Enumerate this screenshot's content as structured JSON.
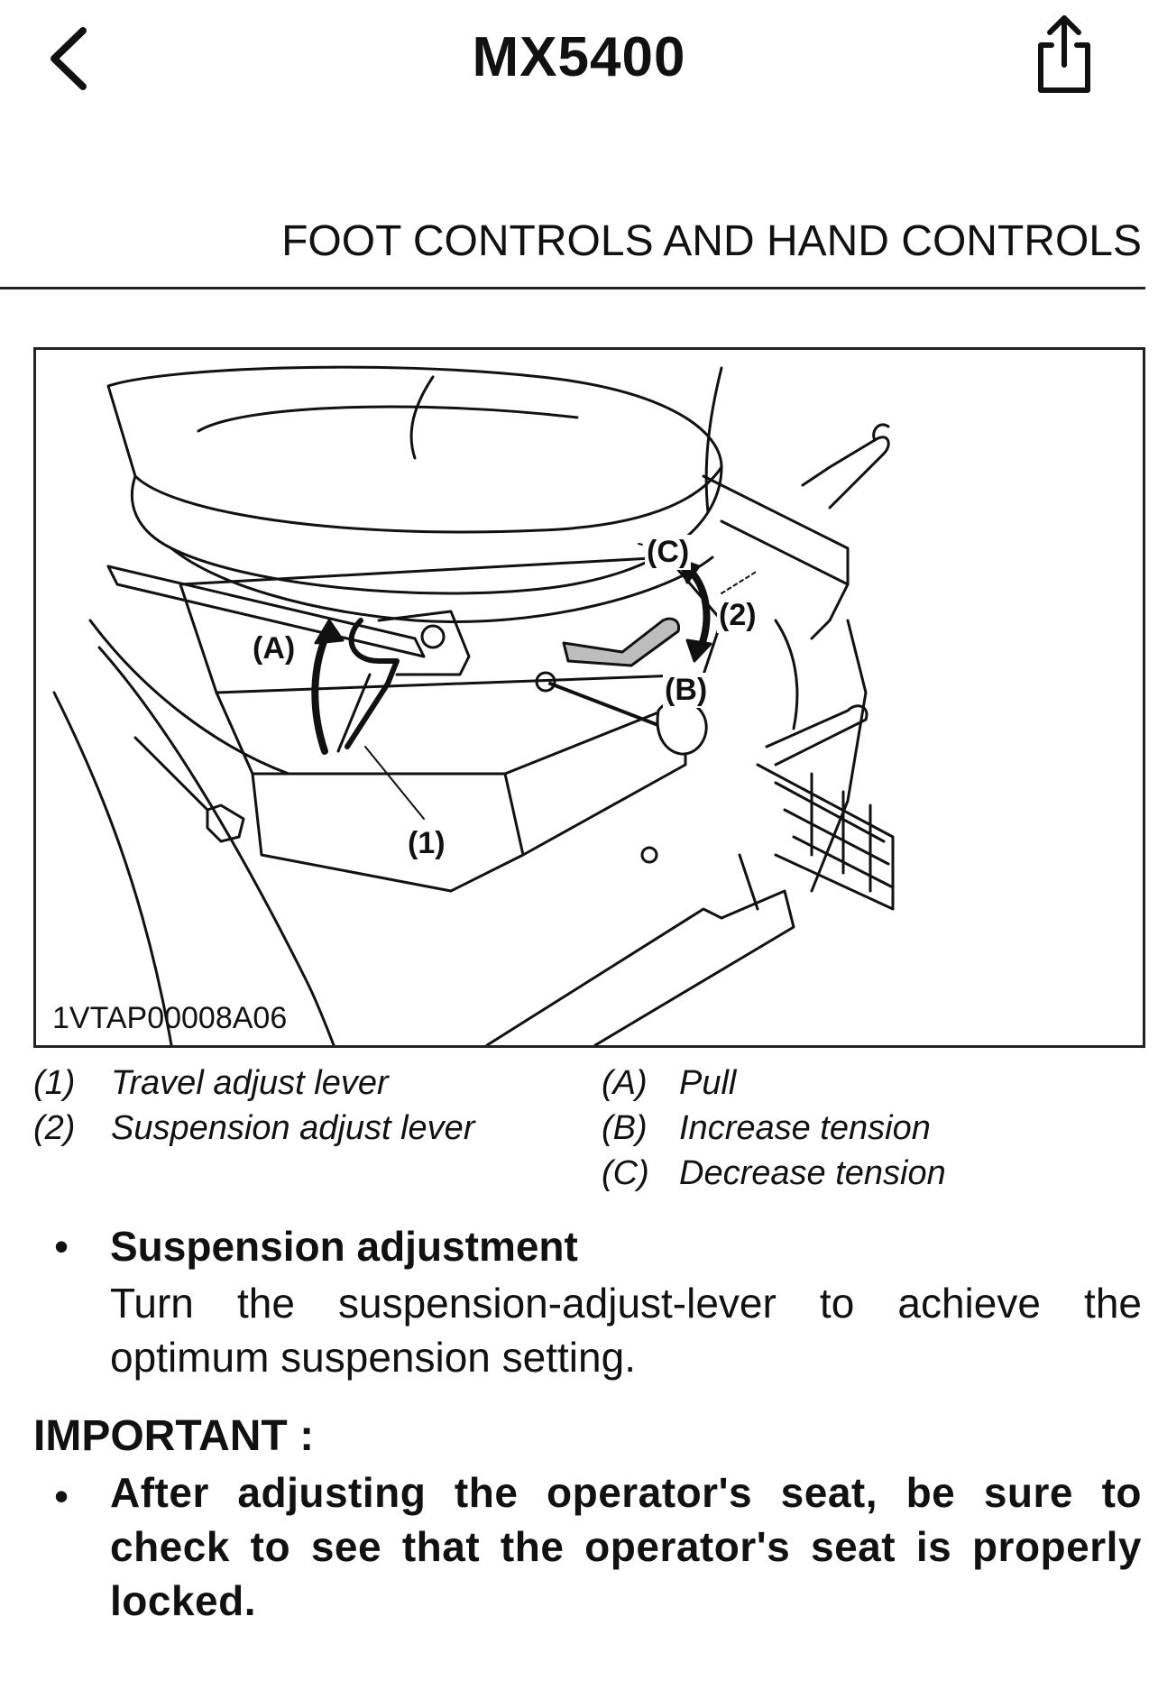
{
  "nav": {
    "title": "MX5400",
    "back_icon": "chevron-left-icon",
    "share_icon": "share-icon"
  },
  "section": {
    "header": "FOOT CONTROLS AND HAND CONTROLS"
  },
  "figure": {
    "code": "1VTAP00008A06",
    "callouts": {
      "c1": "(1)",
      "c2": "(2)",
      "cA": "(A)",
      "cB": "(B)",
      "cC": "(C)"
    }
  },
  "legend": {
    "left": [
      {
        "key": "(1)",
        "text": "Travel adjust lever"
      },
      {
        "key": "(2)",
        "text": "Suspension adjust lever"
      }
    ],
    "right": [
      {
        "key": "(A)",
        "text": "Pull"
      },
      {
        "key": "(B)",
        "text": "Increase tension"
      },
      {
        "key": "(C)",
        "text": "Decrease tension"
      }
    ]
  },
  "suspension": {
    "bullet": "•",
    "title": "Suspension adjustment",
    "body": "Turn the suspension-adjust-lever to achieve the optimum suspension setting."
  },
  "important": {
    "label": "IMPORTANT :",
    "bullet": "•",
    "body": "After adjusting the operator's seat, be sure to check to see that the operator's seat is properly locked."
  }
}
